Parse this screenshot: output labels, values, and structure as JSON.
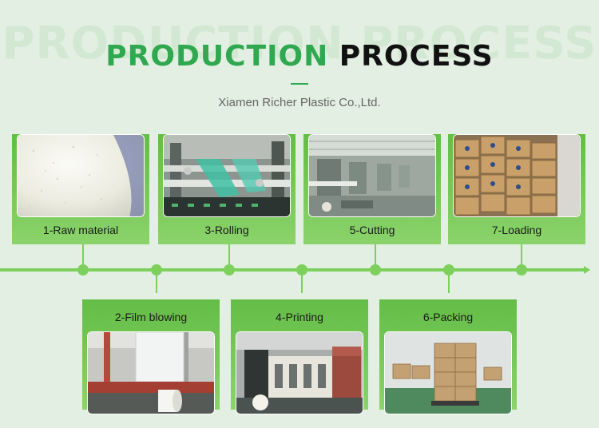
{
  "header": {
    "background_title": "PRODUCTION PROCESS",
    "title_green": "PRODUCTION",
    "title_black": "PROCESS",
    "subtitle": "Xiamen Richer Plastic Co.,Ltd."
  },
  "steps": [
    {
      "label": "1-Raw material"
    },
    {
      "label": "2-Film blowing"
    },
    {
      "label": "3-Rolling"
    },
    {
      "label": "4-Printing"
    },
    {
      "label": "5-Cutting"
    },
    {
      "label": "6-Packing"
    },
    {
      "label": "7-Loading"
    }
  ],
  "colors": {
    "accent_green": "#2fa84f",
    "timeline_green": "#7dd05c",
    "background": "#e2efe2"
  }
}
